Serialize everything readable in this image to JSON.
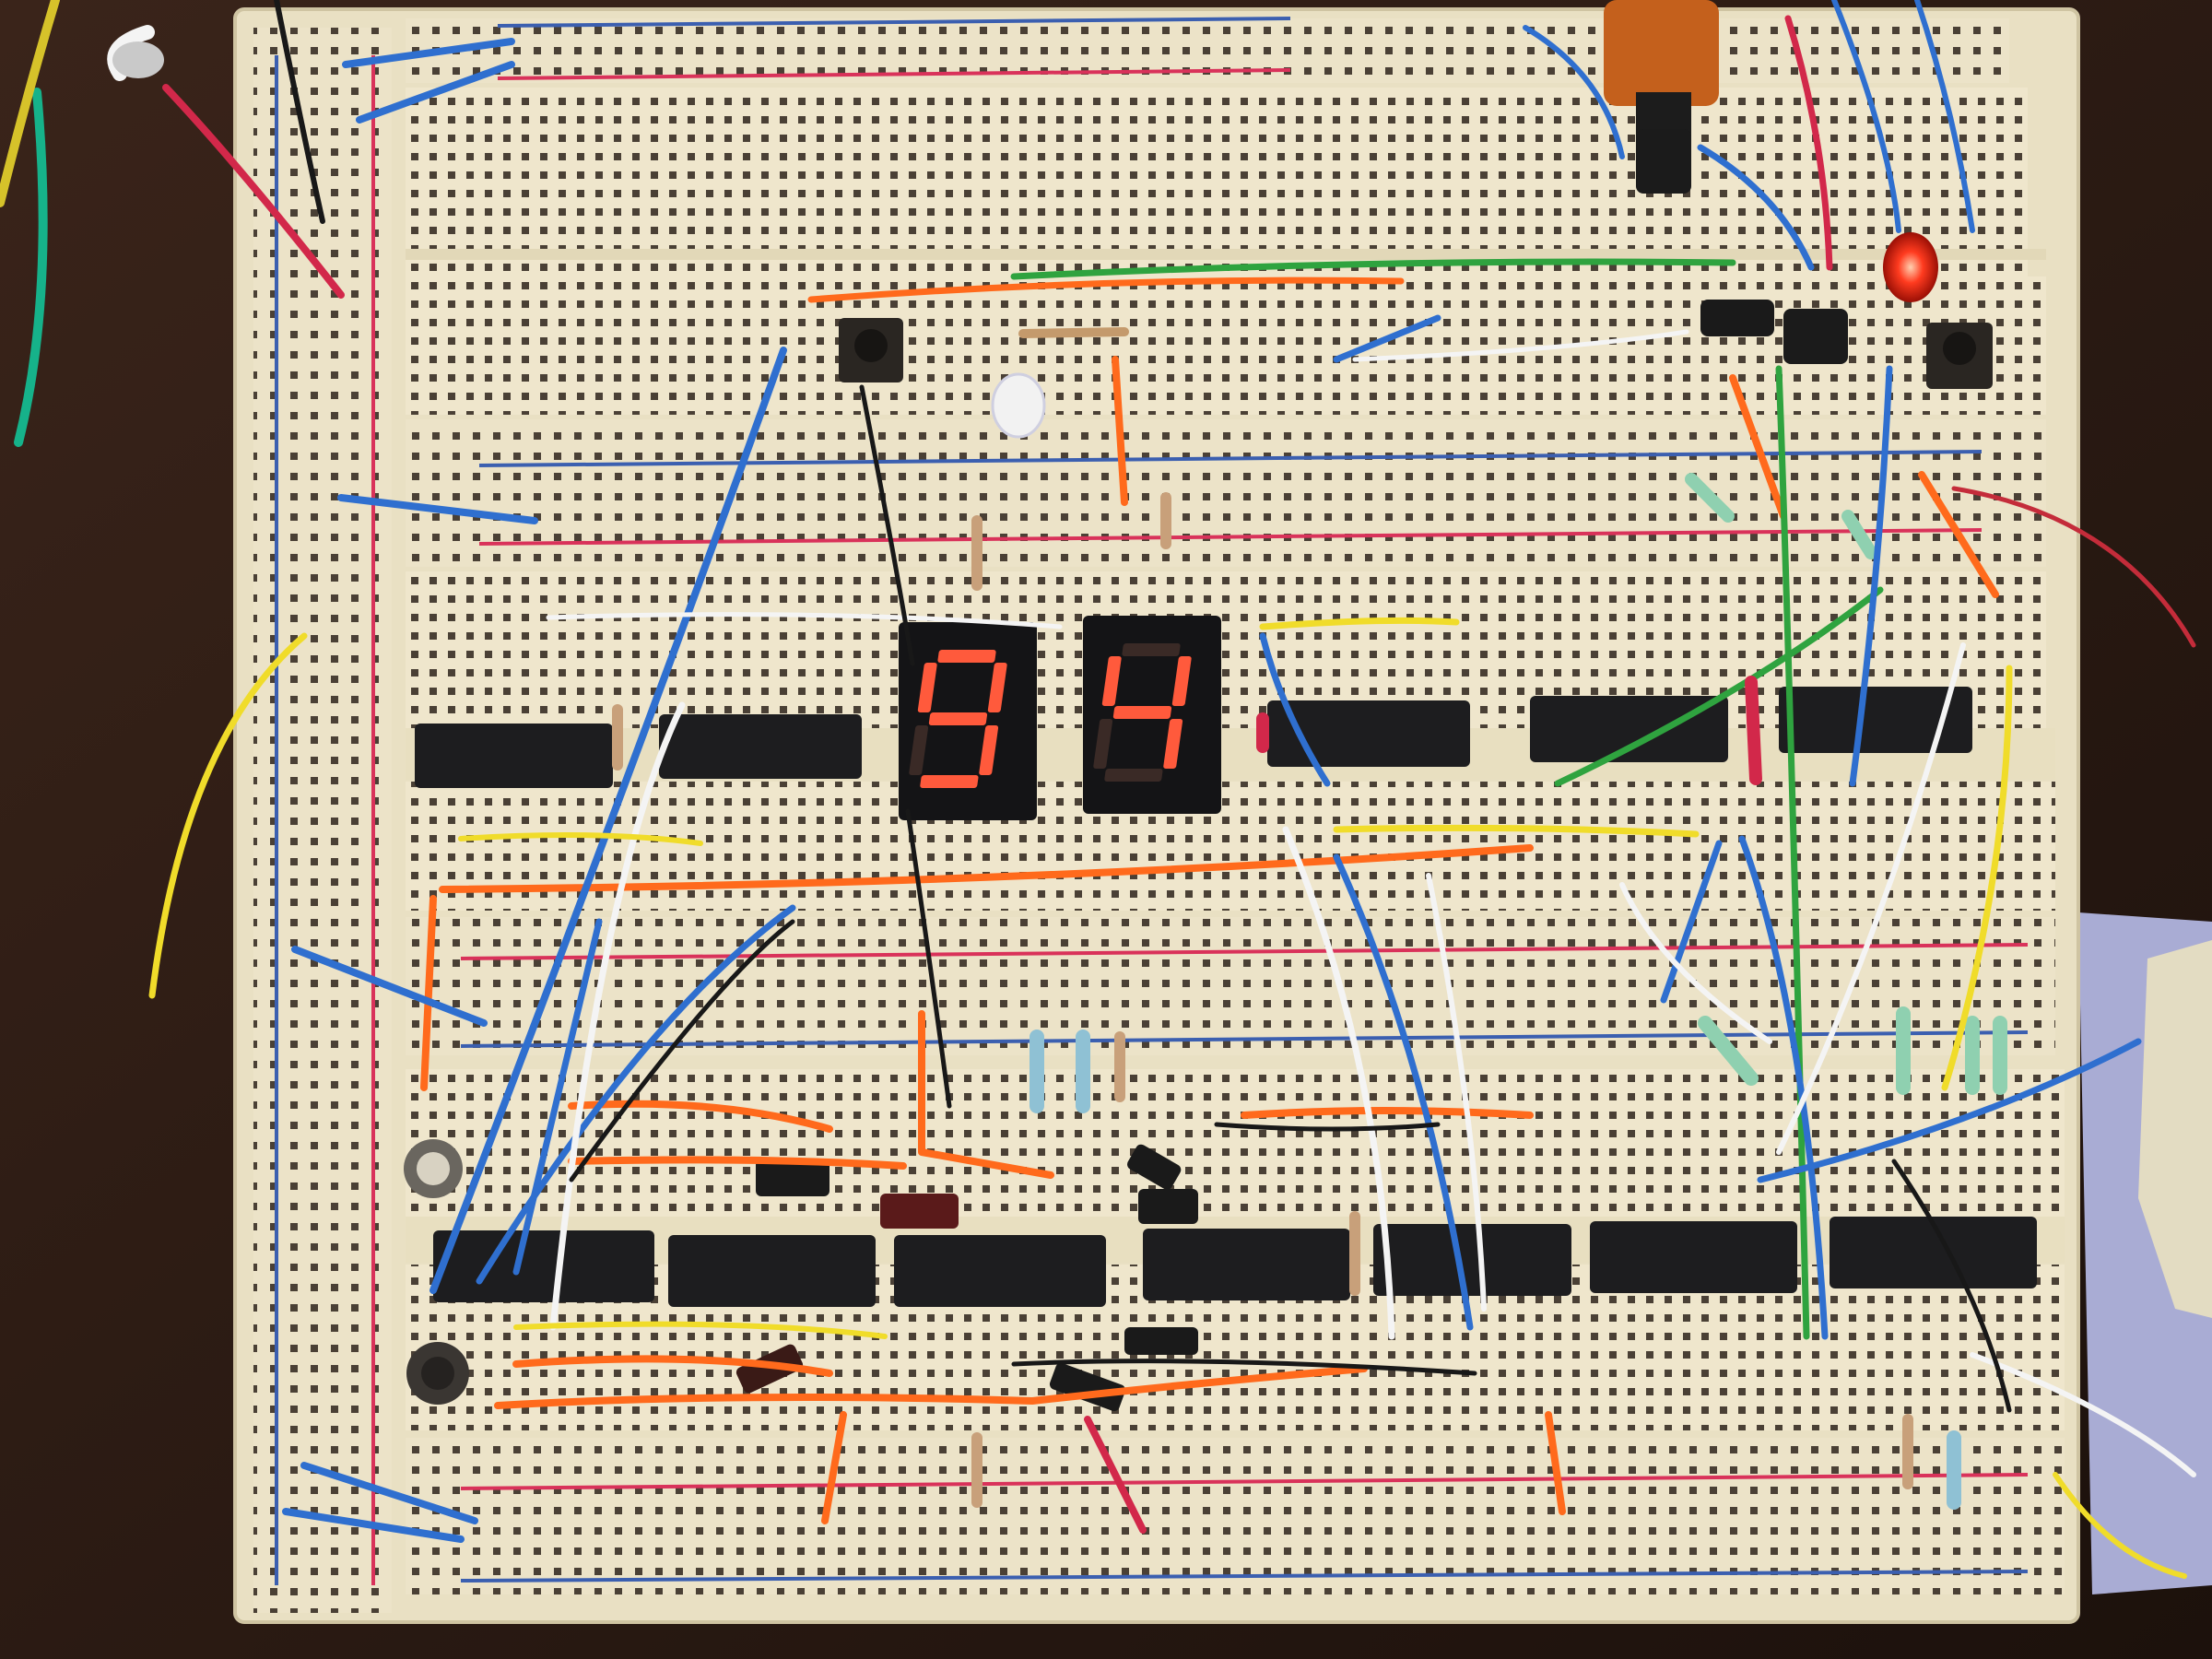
{
  "photo": {
    "subject": "breadboard-circuit",
    "display_left_digit": "9",
    "display_right_digit": "4",
    "segment_color_on": "#ff5a3c",
    "segment_color_off": "#3a2a26",
    "board_color": "#efe6cc",
    "rail_red": "#d9325a",
    "rail_blue": "#3b5fb0",
    "chip_color": "#1d1d1f",
    "led_color": "#ff2a1a"
  },
  "handwriting": {
    "left_strip": "",
    "right_top": "",
    "right_mid": ""
  }
}
